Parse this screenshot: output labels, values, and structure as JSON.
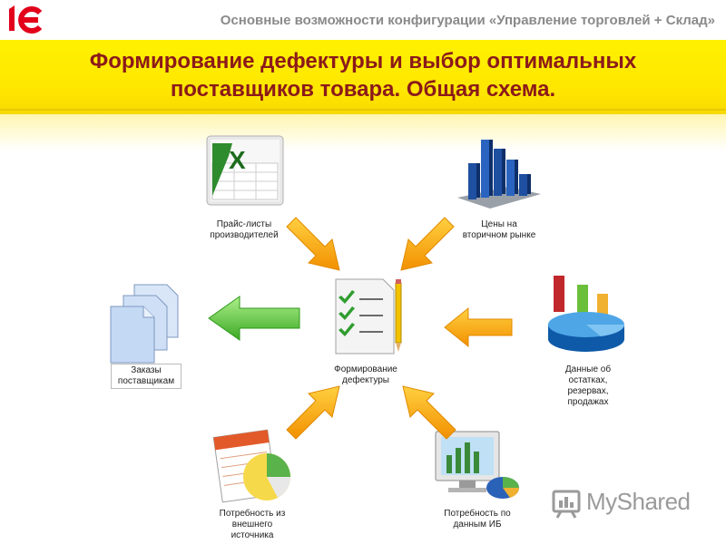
{
  "header": {
    "logo_text": "1С",
    "text": "Основные возможности конфигурации «Управление торговлей + Склад»"
  },
  "title": {
    "line1": "Формирование дефектуры и выбор оптимальных",
    "line2": "поставщиков товара. Общая схема."
  },
  "nodes": {
    "price_lists": "Прайс-листы\nпроизводителей",
    "secondary_prices": "Цены на\nвторичном рынке",
    "stock_data": "Данные об\nостатках,\nрезервах,\nпродажах",
    "ib_need": "Потребность по\nданным ИБ",
    "external_need": "Потребность из\nвнешнего\nисточника",
    "supplier_orders": "Заказы\nпоставщикам",
    "center": "Формирование\nдефектуры"
  },
  "watermark": {
    "text": "MyShared"
  },
  "colors": {
    "band": "#ffec00",
    "title": "#8b1a1a",
    "arrow_orange": "#f5a000",
    "arrow_green": "#5cc83c",
    "logo_red": "#e3001b"
  }
}
